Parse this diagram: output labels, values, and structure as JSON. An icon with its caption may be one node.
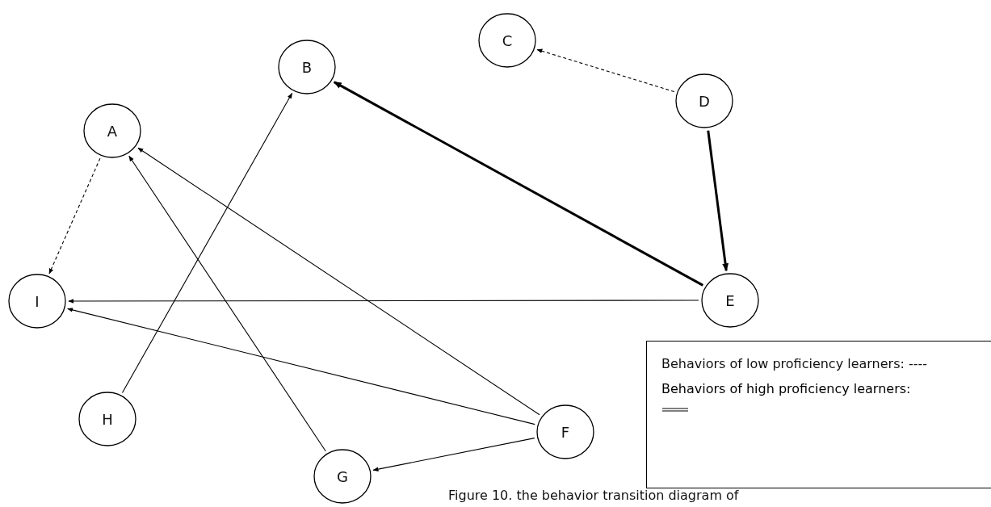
{
  "diagram": {
    "caption": "Figure 10. the behavior transition diagram of",
    "nodes": [
      {
        "text": [
          "A"
        ]
      },
      {
        "text": [
          "B"
        ]
      },
      {
        "text": [
          "C"
        ]
      },
      {
        "text": [
          "D"
        ]
      },
      {
        "text": [
          "E"
        ]
      },
      {
        "text": [
          "F"
        ]
      },
      {
        "text": [
          "G"
        ]
      },
      {
        "text": [
          "H"
        ]
      },
      {
        "text": [
          "I"
        ]
      }
    ],
    "edges": [
      {
        "from": 0,
        "to": 8,
        "arrow": "to",
        "style": "dashed"
      },
      {
        "from": 3,
        "to": 2,
        "arrow": "to",
        "style": "dashed"
      },
      {
        "from": 4,
        "to": 1,
        "arrow": "to",
        "style": "thick"
      },
      {
        "from": 3,
        "to": 4,
        "arrow": "to",
        "style": "thick"
      },
      {
        "from": 4,
        "to": 8,
        "arrow": "to"
      },
      {
        "from": 5,
        "to": 0,
        "arrow": "to"
      },
      {
        "from": 6,
        "to": 0,
        "arrow": "to"
      },
      {
        "from": 7,
        "to": 1,
        "arrow": "to"
      },
      {
        "from": 5,
        "to": 8,
        "arrow": "to"
      },
      {
        "from": 5,
        "to": 6,
        "arrow": "to"
      }
    ],
    "legend": [
      {
        "text": "Behaviors of low proficiency learners: ----"
      },
      {
        "text": "Behaviors of high proficiency learners:"
      }
    ]
  }
}
